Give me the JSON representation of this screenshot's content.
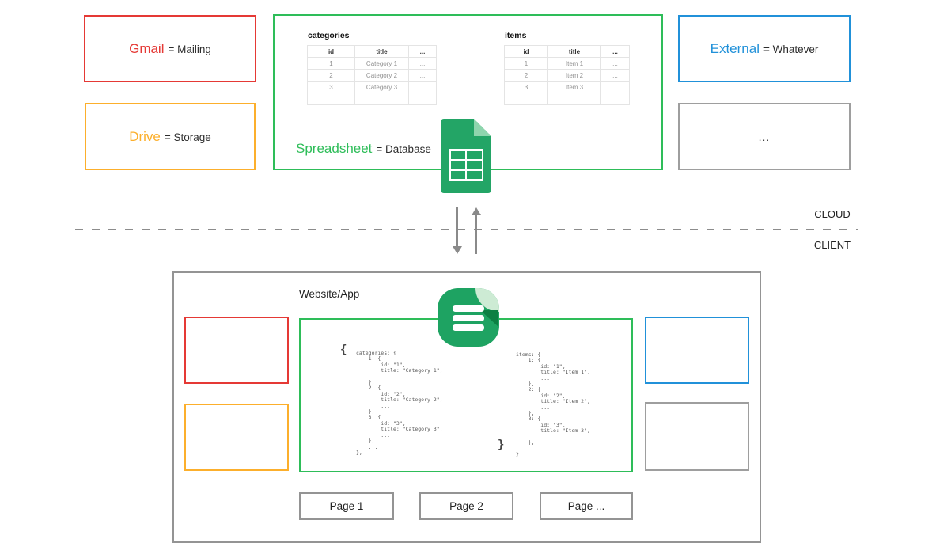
{
  "colors": {
    "red": "#e53935",
    "orange": "#fcaf2c",
    "green": "#2ebd59",
    "blue": "#2191d9",
    "gray": "#9e9e9e",
    "sheets": "#23a566",
    "sheets_fold": "#8ed5ad",
    "app": "#1ea362",
    "app_light": "#cdebd4",
    "app_dark": "#0c8043",
    "arrow": "#8a8a8a"
  },
  "cloud": {
    "gmail": {
      "name": "Gmail",
      "equals": "= Mailing"
    },
    "drive": {
      "name": "Drive",
      "equals": "= Storage"
    },
    "spreadsheet": {
      "name": "Spreadsheet",
      "equals": "= Database"
    },
    "external": {
      "name": "External",
      "equals": "= Whatever"
    },
    "other_label": "...",
    "zone_top": "CLOUD",
    "zone_bottom": "CLIENT"
  },
  "tables": [
    {
      "title": "categories",
      "headers": [
        "id",
        "title",
        "..."
      ],
      "rows": [
        [
          "1",
          "Category 1",
          "..."
        ],
        [
          "2",
          "Category 2",
          "..."
        ],
        [
          "3",
          "Category 3",
          "..."
        ],
        [
          "...",
          "...",
          "..."
        ]
      ]
    },
    {
      "title": "items",
      "headers": [
        "id",
        "title",
        "..."
      ],
      "rows": [
        [
          "1",
          "Item 1",
          "..."
        ],
        [
          "2",
          "Item 2",
          "..."
        ],
        [
          "3",
          "Item 3",
          "..."
        ],
        [
          "...",
          "...",
          "..."
        ]
      ]
    }
  ],
  "client": {
    "title": "Website/App",
    "code": {
      "open": "{",
      "left": "categories: {\n    1: {\n        id: \"1\",\n        title: \"Category 1\",\n        ...\n    },\n    2: {\n        id: \"2\",\n        title: \"Category 2\",\n        ...\n    },\n    3: {\n        id: \"3\",\n        title: \"Category 3\",\n        ...\n    },\n    ...\n},",
      "right": "items: {\n    1: {\n        id: \"1\",\n        title: \"Item 1\",\n        ...\n    },\n    2: {\n        id: \"2\",\n        title: \"Item 2\",\n        ...\n    },\n    3: {\n        id: \"3\",\n        title: \"Item 3\",\n        ...\n    },\n    ...\n}",
      "close": "}"
    },
    "pages": [
      "Page 1",
      "Page 2",
      "Page ..."
    ]
  }
}
